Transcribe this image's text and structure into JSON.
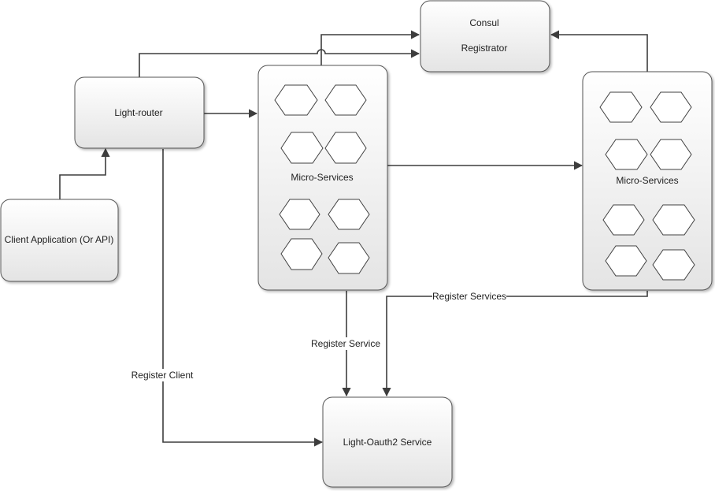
{
  "nodes": {
    "consul": {
      "line1": "Consul",
      "line2": "Registrator"
    },
    "light_router": {
      "label": "Light-router"
    },
    "client_app": {
      "label": "Client Application (Or API)"
    },
    "micro_services_a": {
      "label": "Micro-Services"
    },
    "micro_services_b": {
      "label": "Micro-Services"
    },
    "oauth2": {
      "label": "Light-Oauth2 Service"
    }
  },
  "edges": {
    "register_service": "Register Service",
    "register_services": "Register Services",
    "register_client": "Register Client"
  },
  "colors": {
    "box_fill_top": "#ffffff",
    "box_fill_bottom": "#e6e6e6",
    "stroke": "#3d3d3d",
    "text": "#222222"
  }
}
